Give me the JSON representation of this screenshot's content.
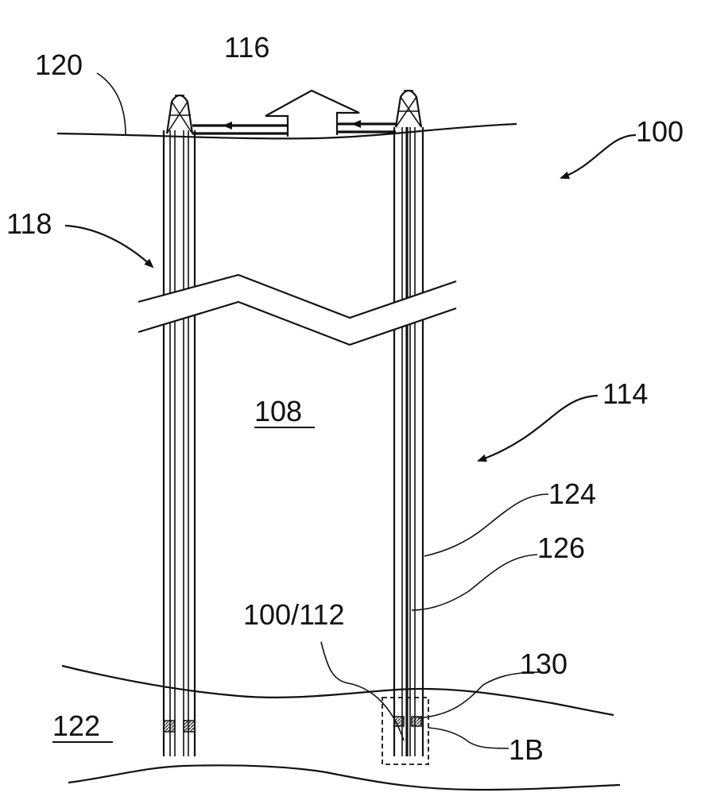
{
  "labels": {
    "l100": "100",
    "l116": "116",
    "l120": "120",
    "l118": "118",
    "l108": "108",
    "l114": "114",
    "l124": "124",
    "l126": "126",
    "l100_112": "100/112",
    "l130": "130",
    "l122": "122",
    "l1b": "1B"
  },
  "colors": {
    "ink": "#111111",
    "background": "#ffffff"
  }
}
